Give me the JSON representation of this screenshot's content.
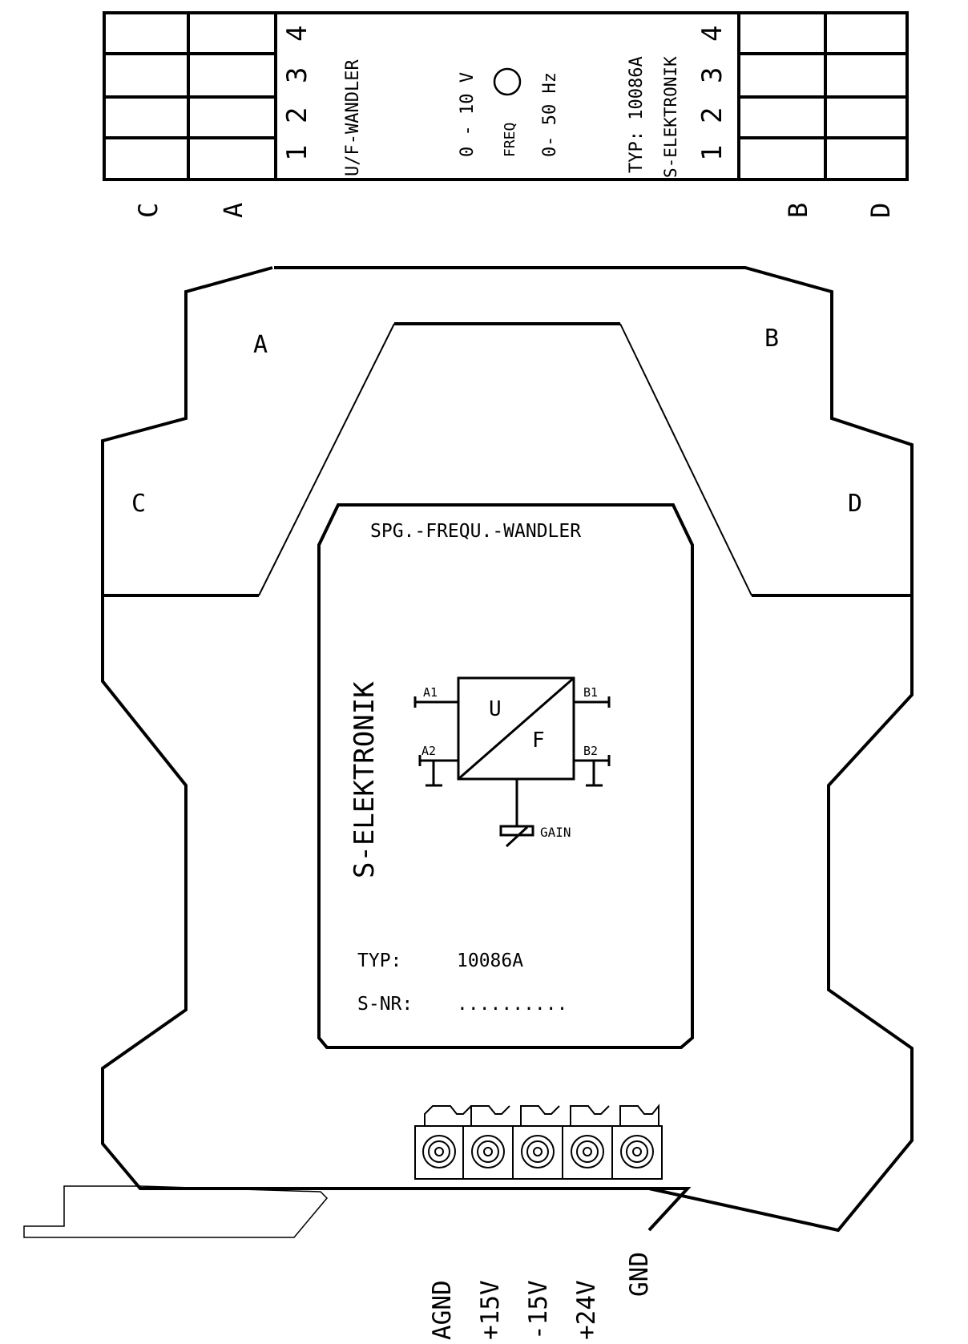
{
  "colors": {
    "line": "#000000",
    "background": "#ffffff"
  },
  "label_strip": {
    "left_terminals": [
      "1",
      "2",
      "3",
      "4"
    ],
    "right_terminals": [
      "1",
      "2",
      "3",
      "4"
    ],
    "title_left": "U/F-WANDLER",
    "range_input": "0 - 10 V",
    "freq_label": "FREQ",
    "range_output": "0- 50 Hz",
    "type_line": "TYP: 10086A",
    "maker": "S-ELEKTRONIK",
    "col_labels": [
      "C",
      "A",
      "B",
      "D"
    ]
  },
  "housing": {
    "corner_labels": {
      "a": "A",
      "b": "B",
      "c": "C",
      "d": "D"
    },
    "front_plate": {
      "title": "SPG.-FREQU.-WANDLER",
      "maker": "S-ELEKTRONIK",
      "converter": {
        "input_symbol": "U",
        "output_symbol": "F",
        "pins": {
          "a1": "A1",
          "a2": "A2",
          "b1": "B1",
          "b2": "B2"
        },
        "gain_label": "GAIN"
      },
      "type_label": "TYP:",
      "type_value": "10086A",
      "serial_label": "S-NR:",
      "serial_value": ".........."
    }
  },
  "power_terminals": [
    "AGND",
    "+15V",
    "-15V",
    "+24V",
    "GND"
  ]
}
